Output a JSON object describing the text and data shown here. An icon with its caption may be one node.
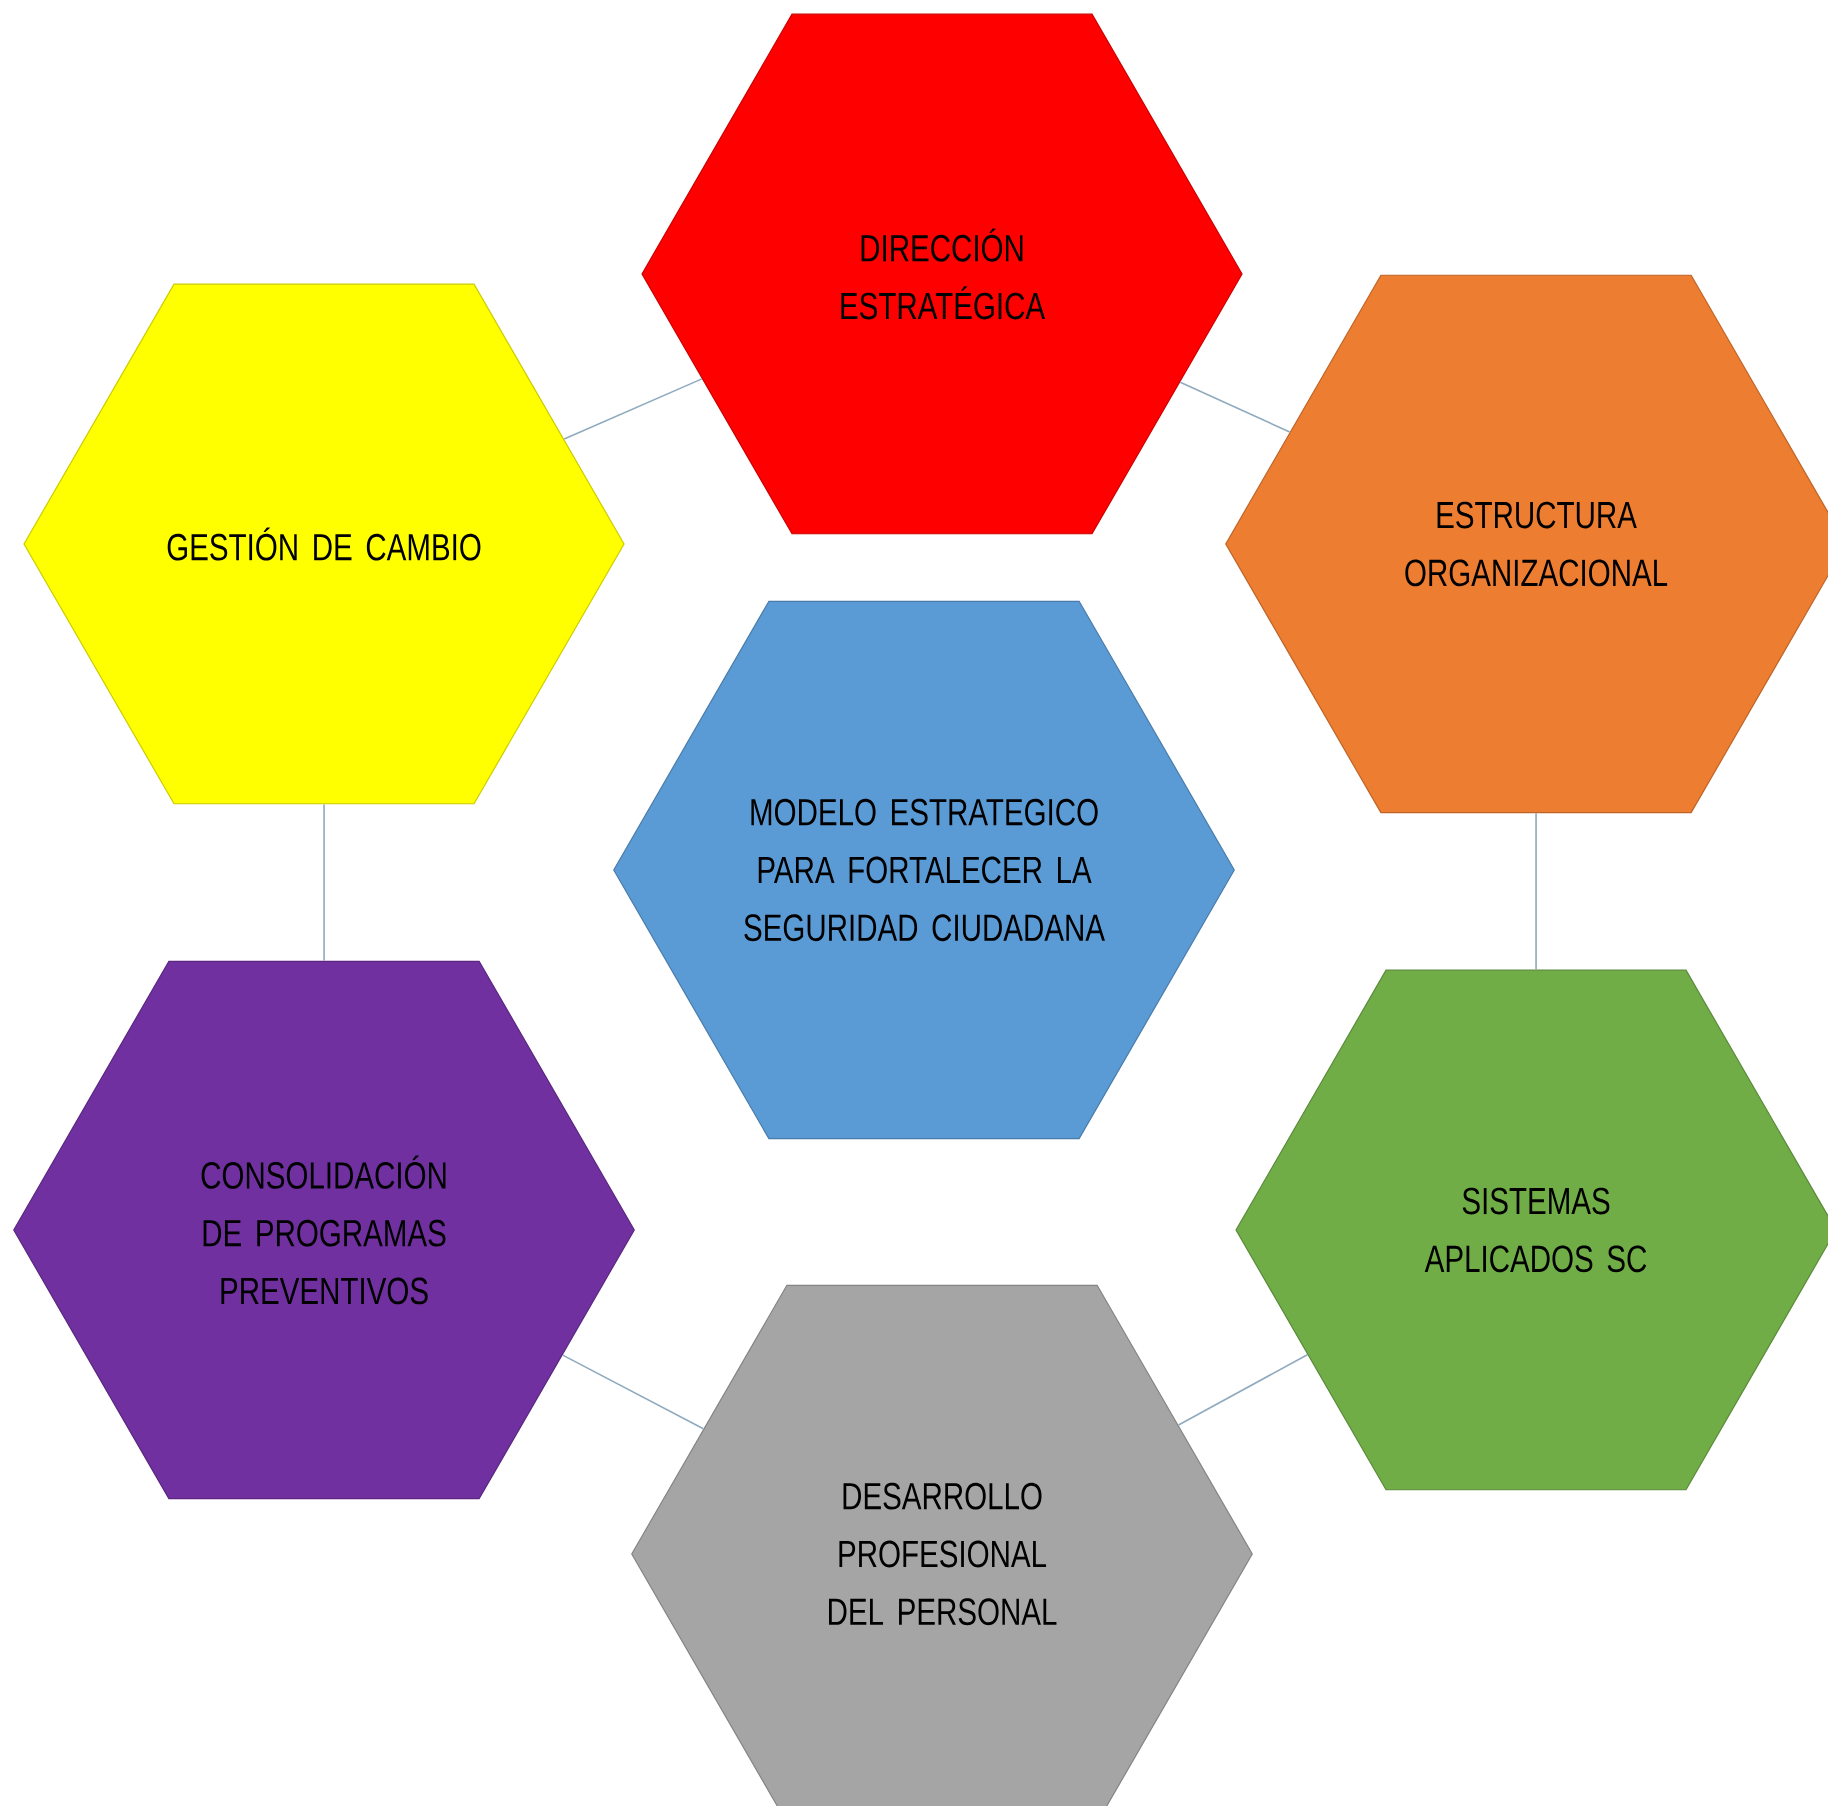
{
  "diagram": {
    "nodes": [
      {
        "text": [
          "DIRECCIÓN ESTRATÉGICA"
        ]
      },
      {
        "text": [
          "GESTIÓN DE CAMBIO"
        ]
      },
      {
        "text": [
          "ESTRUCTURA ORGANIZACIONAL"
        ]
      },
      {
        "text": [
          "MODELO ESTRATEGICO PARA FORTALECER LA SEGURIDAD CIUDADANA"
        ]
      },
      {
        "text": [
          "CONSOLIDACIÓN DE PROGRAMAS PREVENTIVOS"
        ]
      },
      {
        "text": [
          "SISTEMAS APLICADOS SC"
        ]
      },
      {
        "text": [
          "DESARROLLO PROFESIONAL DEL PERSONAL"
        ]
      }
    ],
    "edges": [
      {
        "from": 0,
        "to": 2,
        "arrow": "none"
      },
      {
        "from": 2,
        "to": 5,
        "arrow": "none"
      },
      {
        "from": 5,
        "to": 6,
        "arrow": "none"
      },
      {
        "from": 6,
        "to": 4,
        "arrow": "none"
      },
      {
        "from": 4,
        "to": 1,
        "arrow": "none"
      },
      {
        "from": 1,
        "to": 0,
        "arrow": "none"
      }
    ]
  }
}
